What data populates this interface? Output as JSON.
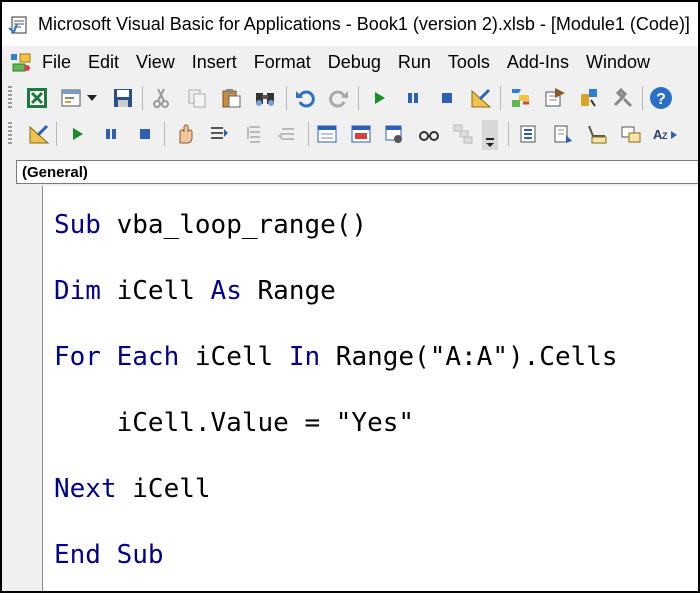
{
  "window": {
    "title": "Microsoft Visual Basic for Applications - Book1 (version 2).xlsb - [Module1 (Code)]"
  },
  "menu": {
    "items": [
      "File",
      "Edit",
      "View",
      "Insert",
      "Format",
      "Debug",
      "Run",
      "Tools",
      "Add-Ins",
      "Window"
    ]
  },
  "toolbar1": {
    "icons": [
      "excel-view-icon",
      "insert-userform-icon",
      "dropdown-arrow-icon",
      "save-icon",
      "cut-icon",
      "copy-icon",
      "paste-icon",
      "find-icon",
      "undo-icon",
      "redo-icon",
      "run-icon",
      "break-icon",
      "reset-icon",
      "design-mode-icon",
      "project-explorer-icon",
      "properties-window-icon",
      "object-browser-icon",
      "toolbox-icon",
      "help-icon"
    ]
  },
  "toolbar2": {
    "icons": [
      "design-mode-icon",
      "run-icon",
      "break-icon",
      "reset-icon",
      "toggle-breakpoint-icon",
      "step-into-icon",
      "step-over-icon",
      "step-out-icon",
      "locals-icon",
      "immediate-icon",
      "watch-icon",
      "quick-watch-icon",
      "call-stack-icon",
      "overflow-arrow-icon",
      "list-properties-icon",
      "list-constants-icon",
      "quick-info-icon",
      "parameter-info-icon",
      "complete-word-icon"
    ]
  },
  "object_combo": {
    "value": "(General)"
  },
  "code": {
    "line1": {
      "kw": "Sub",
      "rest": " vba_loop_range()"
    },
    "line2": {
      "kw1": "Dim",
      "mid": " iCell ",
      "kw2": "As",
      "rest": " Range"
    },
    "line3": {
      "kw1": "For",
      "kw2": "Each",
      "mid": " iCell ",
      "kw3": "In",
      "rest": " Range(\"A:A\").Cells"
    },
    "line4": {
      "text": "    iCell.Value = \"Yes\""
    },
    "line5": {
      "kw": "Next",
      "rest": " iCell"
    },
    "line6": {
      "kw1": "End",
      "kw2": "Sub"
    }
  },
  "colors": {
    "keyword": "#00008b",
    "text": "#000000"
  }
}
